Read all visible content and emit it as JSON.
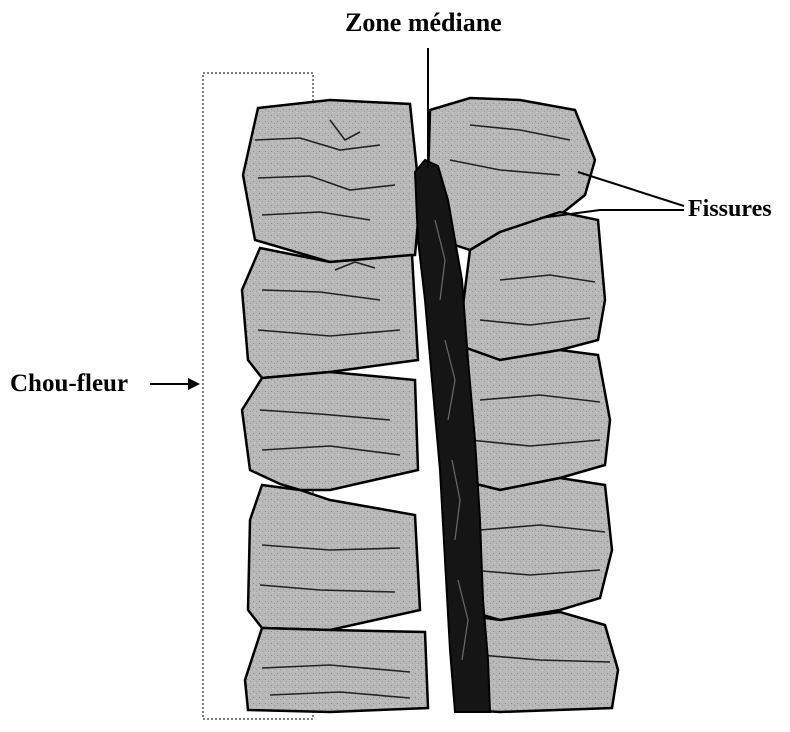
{
  "labels": {
    "median_zone": "Zone médiane",
    "fissures": "Fissures",
    "cauliflower": "Chou-fleur"
  },
  "colors": {
    "block_fill": "#b3b3b3",
    "median_fill": "#151515",
    "line": "#000000",
    "background": "#ffffff"
  }
}
